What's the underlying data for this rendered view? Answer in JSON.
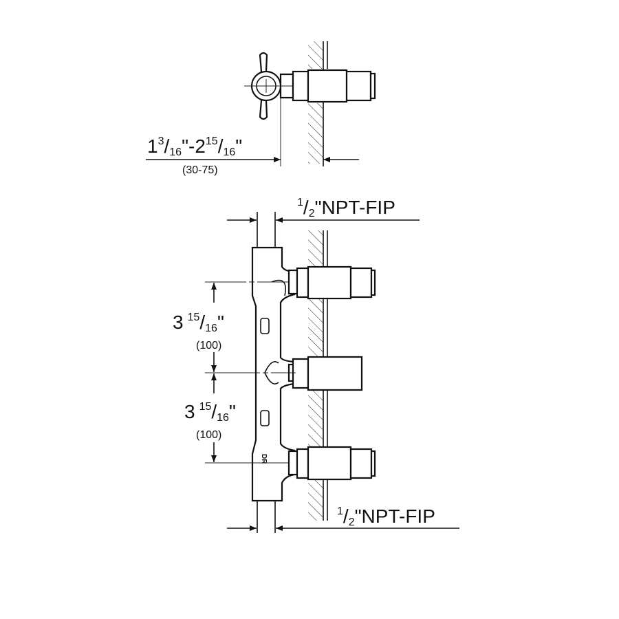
{
  "top_view": {
    "dimension_main": "1",
    "dimension_sup1": "3",
    "dimension_sub1": "16",
    "dimension_mid": "\"-2",
    "dimension_sup2": "15",
    "dimension_sub2": "16",
    "dimension_end": "\"",
    "dimension_metric": "(30-75)"
  },
  "front_view": {
    "top_thread": {
      "sup": "1",
      "sub": "2",
      "label": "\"NPT-FIP"
    },
    "bottom_thread": {
      "sup": "1",
      "sub": "2",
      "label": "\"NPT-FIP"
    },
    "spacing_upper": {
      "whole": "3",
      "sup": "15",
      "sub": "16",
      "end": "\"",
      "metric": "(100)"
    },
    "spacing_lower": {
      "whole": "3",
      "sup": "15",
      "sub": "16",
      "end": "\"",
      "metric": "(100)"
    },
    "body_marking": "DR"
  }
}
